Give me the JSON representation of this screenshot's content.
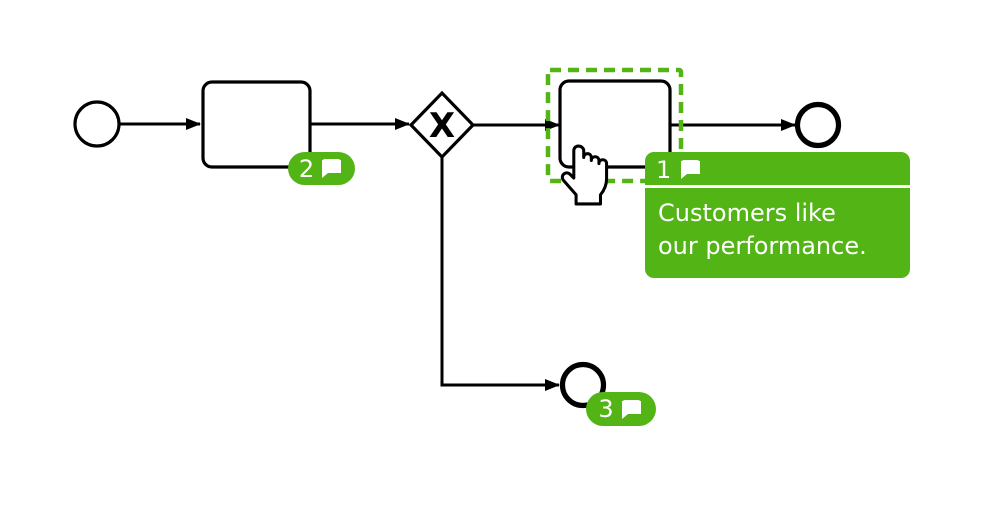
{
  "colors": {
    "accent_green": "#52b415",
    "shape_stroke": "#000000",
    "canvas_background": "#ffffff",
    "badge_text": "#ffffff"
  },
  "diagram": {
    "gateway": {
      "label": "X"
    },
    "badges": [
      {
        "target": "task-1",
        "count": "2"
      },
      {
        "target": "end-event-2",
        "count": "3"
      }
    ],
    "tooltip": {
      "count": "1",
      "lines": [
        "Customers like",
        "our performance."
      ]
    }
  },
  "icons": {
    "comment": "speech-bubble",
    "cursor": "hand-pointer"
  }
}
